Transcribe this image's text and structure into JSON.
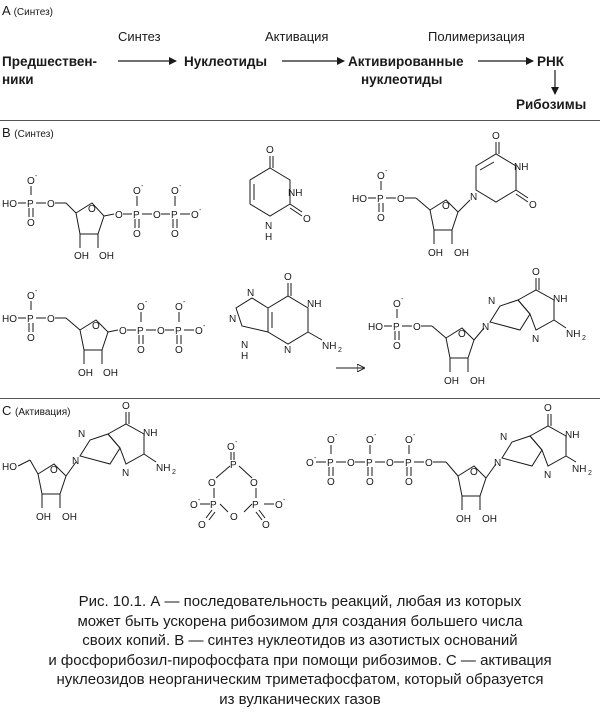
{
  "section_a": {
    "letter": "A",
    "subtitle": "(Синтез)",
    "steps": [
      "Синтез",
      "Активация",
      "Полимеризация"
    ],
    "nodes": {
      "precursors_l1": "Предшествен-",
      "precursors_l2": "ники",
      "nucleotides": "Нуклеотиды",
      "activated_l1": "Активированные",
      "activated_l2": "нуклеотиды",
      "rna": "РНК",
      "ribozymes": "Рибозимы"
    }
  },
  "section_b": {
    "letter": "B",
    "subtitle": "(Синтез)"
  },
  "section_c": {
    "letter": "C",
    "subtitle": "(Активация)"
  },
  "chem": {
    "O": "O",
    "N": "N",
    "H": "H",
    "P": "P",
    "OH": "OH",
    "HO": "HO",
    "NH": "NH",
    "NH2": "NH",
    "sub2": "2",
    "charge": "-"
  },
  "caption": {
    "fig_label": "Рис. 10.1.",
    "line1": " А — последовательность реакций, любая из которых",
    "line2": "может быть ускорена рибозимом для создания большего числа",
    "line3": "своих копий. В — синтез нуклеотидов из азотистых оснований",
    "line4": "и фосфорибозил-пирофосфата при помощи рибозимов. С — активация",
    "line5": "нуклеозидов неорганическим триметафосфатом, который образуется",
    "line6": "из вулканических газов"
  }
}
